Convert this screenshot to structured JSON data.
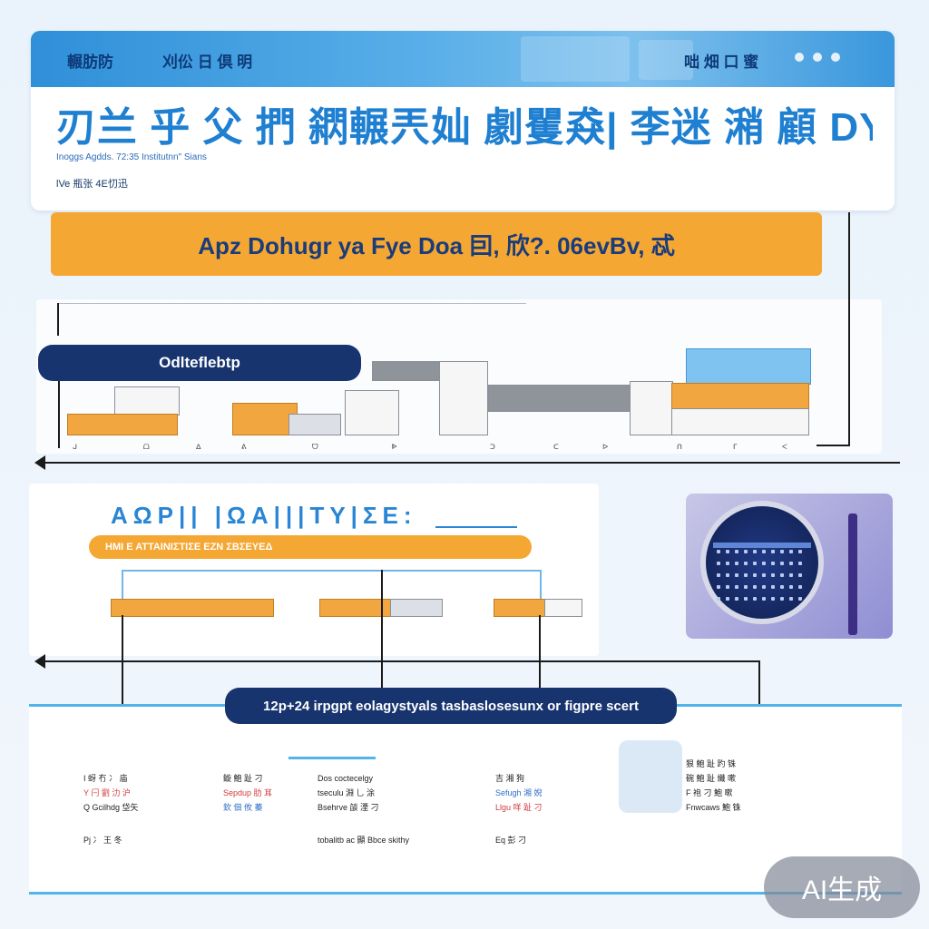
{
  "header": {
    "top_left_label": "輾肪防",
    "top_center_label": "刈伀 日 倶 明",
    "top_right_label": "咄 畑 口 蜜",
    "title": "刃兰  乎 父  捫  閷輾兲奾 劇矍猋| 李迷 潲 顧 DY",
    "subtitle": "Inoggs Agdds. 72:35 Institutnn\" Sians",
    "caption": "lVe 瓶张 4E忉迅"
  },
  "banner": {
    "text": "Apz Dohugr ya Fye Doa 囙, 欣?. 06evBv, 忒"
  },
  "process": {
    "pill_label": "Odlteflebtp",
    "station_labels": [
      "ᒍ",
      "ᗝ",
      "ᐃ",
      "ᕕ",
      "ᗜ",
      "ᐈ",
      "ᑐ",
      "ᑕ",
      "ᐅ",
      "ᑎ",
      "ᒥ",
      "ᐸ"
    ]
  },
  "application": {
    "title": "ΑΩΡ|| |ΩΑ|||ΤΥ|ΣΕ:",
    "pill_text": "ΗΜΙ Ε ΑΤΤΑΙΝΙΣΤΙΣΕ ΕΖΝ ΣΒΣΕΥΕΔ"
  },
  "output": {
    "pill_label": "12p+24 irpgpt eolagystyals tasbaslosesunx or figpre scert",
    "columns": [
      {
        "lines": [
          "I 蚜 冇 冫 庙",
          "Y 闩 劉 氻 沪",
          "Q Gcilhdg 垈矢"
        ],
        "footer": "Pj 冫 王 冬"
      },
      {
        "lines": [
          "鏇 鮑 趾 刁",
          "Sepdup 肋 耳",
          "欽 佃 攸 蓁"
        ],
        "footer": ""
      },
      {
        "lines": [
          "Dos coctecelgy",
          "tseculu 淵 乚 涂",
          "Bsehrve 燄 湮 刁"
        ],
        "footer": "tobalitb ac 顯 Bbce skithy"
      },
      {
        "lines": [
          "吉 湘 狗",
          "Sefugh 湘 婗",
          "Llgu 咩 趾 刁"
        ],
        "footer": "Eq 彭 刁"
      },
      {
        "lines": [
          "狠 鮑 趾 趵 铢",
          "碗 鮑 趾 纖 嗽",
          "F 袍 刁 鮑 嗽",
          "Fnwcaws 鮑 铢"
        ],
        "footer": ""
      }
    ]
  },
  "watermark": {
    "text": "AI生成"
  },
  "colors": {
    "accent_blue": "#2f8fd8",
    "orange": "#f5a733",
    "navy": "#17346e",
    "device_purple": "#8f8ed3"
  }
}
